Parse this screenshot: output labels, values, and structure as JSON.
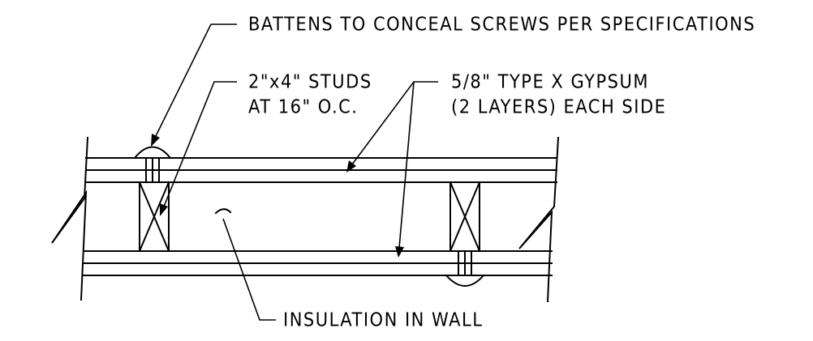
{
  "labels": {
    "battens": "BATTENS TO CONCEAL SCREWS PER SPECIFICATIONS",
    "studs_line1": "2\"x4\" STUDS",
    "studs_line2": "AT 16\" O.C.",
    "gypsum_line1": "5/8\" TYPE X GYPSUM",
    "gypsum_line2": "(2 LAYERS) EACH SIDE",
    "insulation": "INSULATION IN WALL"
  },
  "colors": {
    "line": "#000000",
    "background": "#ffffff"
  }
}
